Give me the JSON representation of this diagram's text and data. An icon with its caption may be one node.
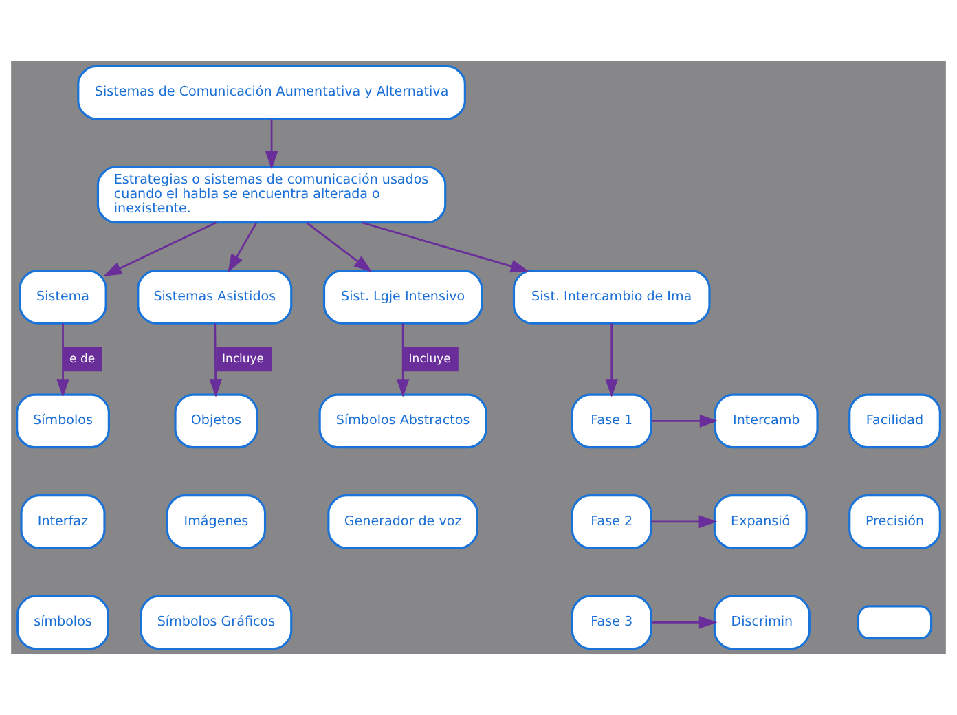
{
  "diagram": {
    "nodes": [
      {
        "text": [
          "Sistemas de Comunicación Aumentativa y Alternativa"
        ]
      },
      {
        "text": [
          "Estrategias o sistemas de comunicación usados cuando el habla se encuentra alterada o inexistente."
        ]
      },
      {
        "text": [
          "Sistema"
        ]
      },
      {
        "text": [
          "Sistemas Asistidos"
        ]
      },
      {
        "text": [
          "Sist. Lgje Intensivo"
        ]
      },
      {
        "text": [
          "Sist. Intercambio de Ima"
        ]
      },
      {
        "text": [
          "Símbolos"
        ]
      },
      {
        "text": [
          "Facilidad"
        ]
      },
      {
        "text": [
          "Interfaz"
        ]
      },
      {
        "text": [
          "Precisión"
        ]
      },
      {
        "text": [
          "símbolos"
        ]
      },
      {
        "text": [],
        "shape": "box"
      },
      {
        "text": [
          "Objetos"
        ]
      },
      {
        "text": [
          "Imágenes"
        ]
      },
      {
        "text": [
          "Símbolos Gráficos"
        ]
      },
      {
        "text": [
          "Símbolos Abstractos"
        ]
      },
      {
        "text": [
          "Generador de voz"
        ]
      },
      {
        "text": [
          "Fase 1"
        ]
      },
      {
        "text": [
          "Intercamb"
        ]
      },
      {
        "text": [
          "Fase 2"
        ]
      },
      {
        "text": [
          "Expansió"
        ]
      },
      {
        "text": [
          "Fase 3"
        ]
      },
      {
        "text": [
          "Discrimin"
        ]
      }
    ],
    "edges": [
      {
        "from": 0,
        "to": 1,
        "arrow": "to"
      },
      {
        "from": 1,
        "to": 2,
        "arrow": "to"
      },
      {
        "from": 1,
        "to": 3,
        "arrow": "to"
      },
      {
        "from": 1,
        "to": 4,
        "arrow": "to"
      },
      {
        "from": 1,
        "to": 5,
        "arrow": "to"
      },
      {
        "from": 2,
        "to": 6,
        "arrow": "to",
        "label": "e de"
      },
      {
        "from": 3,
        "to": 12,
        "arrow": "to",
        "label": "Incluye"
      },
      {
        "from": 4,
        "to": 15,
        "arrow": "to",
        "label": "Incluye"
      },
      {
        "from": 5,
        "to": 17,
        "arrow": "to"
      },
      {
        "from": 17,
        "to": 18,
        "arrow": "to"
      },
      {
        "from": 19,
        "to": 20,
        "arrow": "to"
      },
      {
        "from": 21,
        "to": 22,
        "arrow": "to"
      }
    ]
  }
}
